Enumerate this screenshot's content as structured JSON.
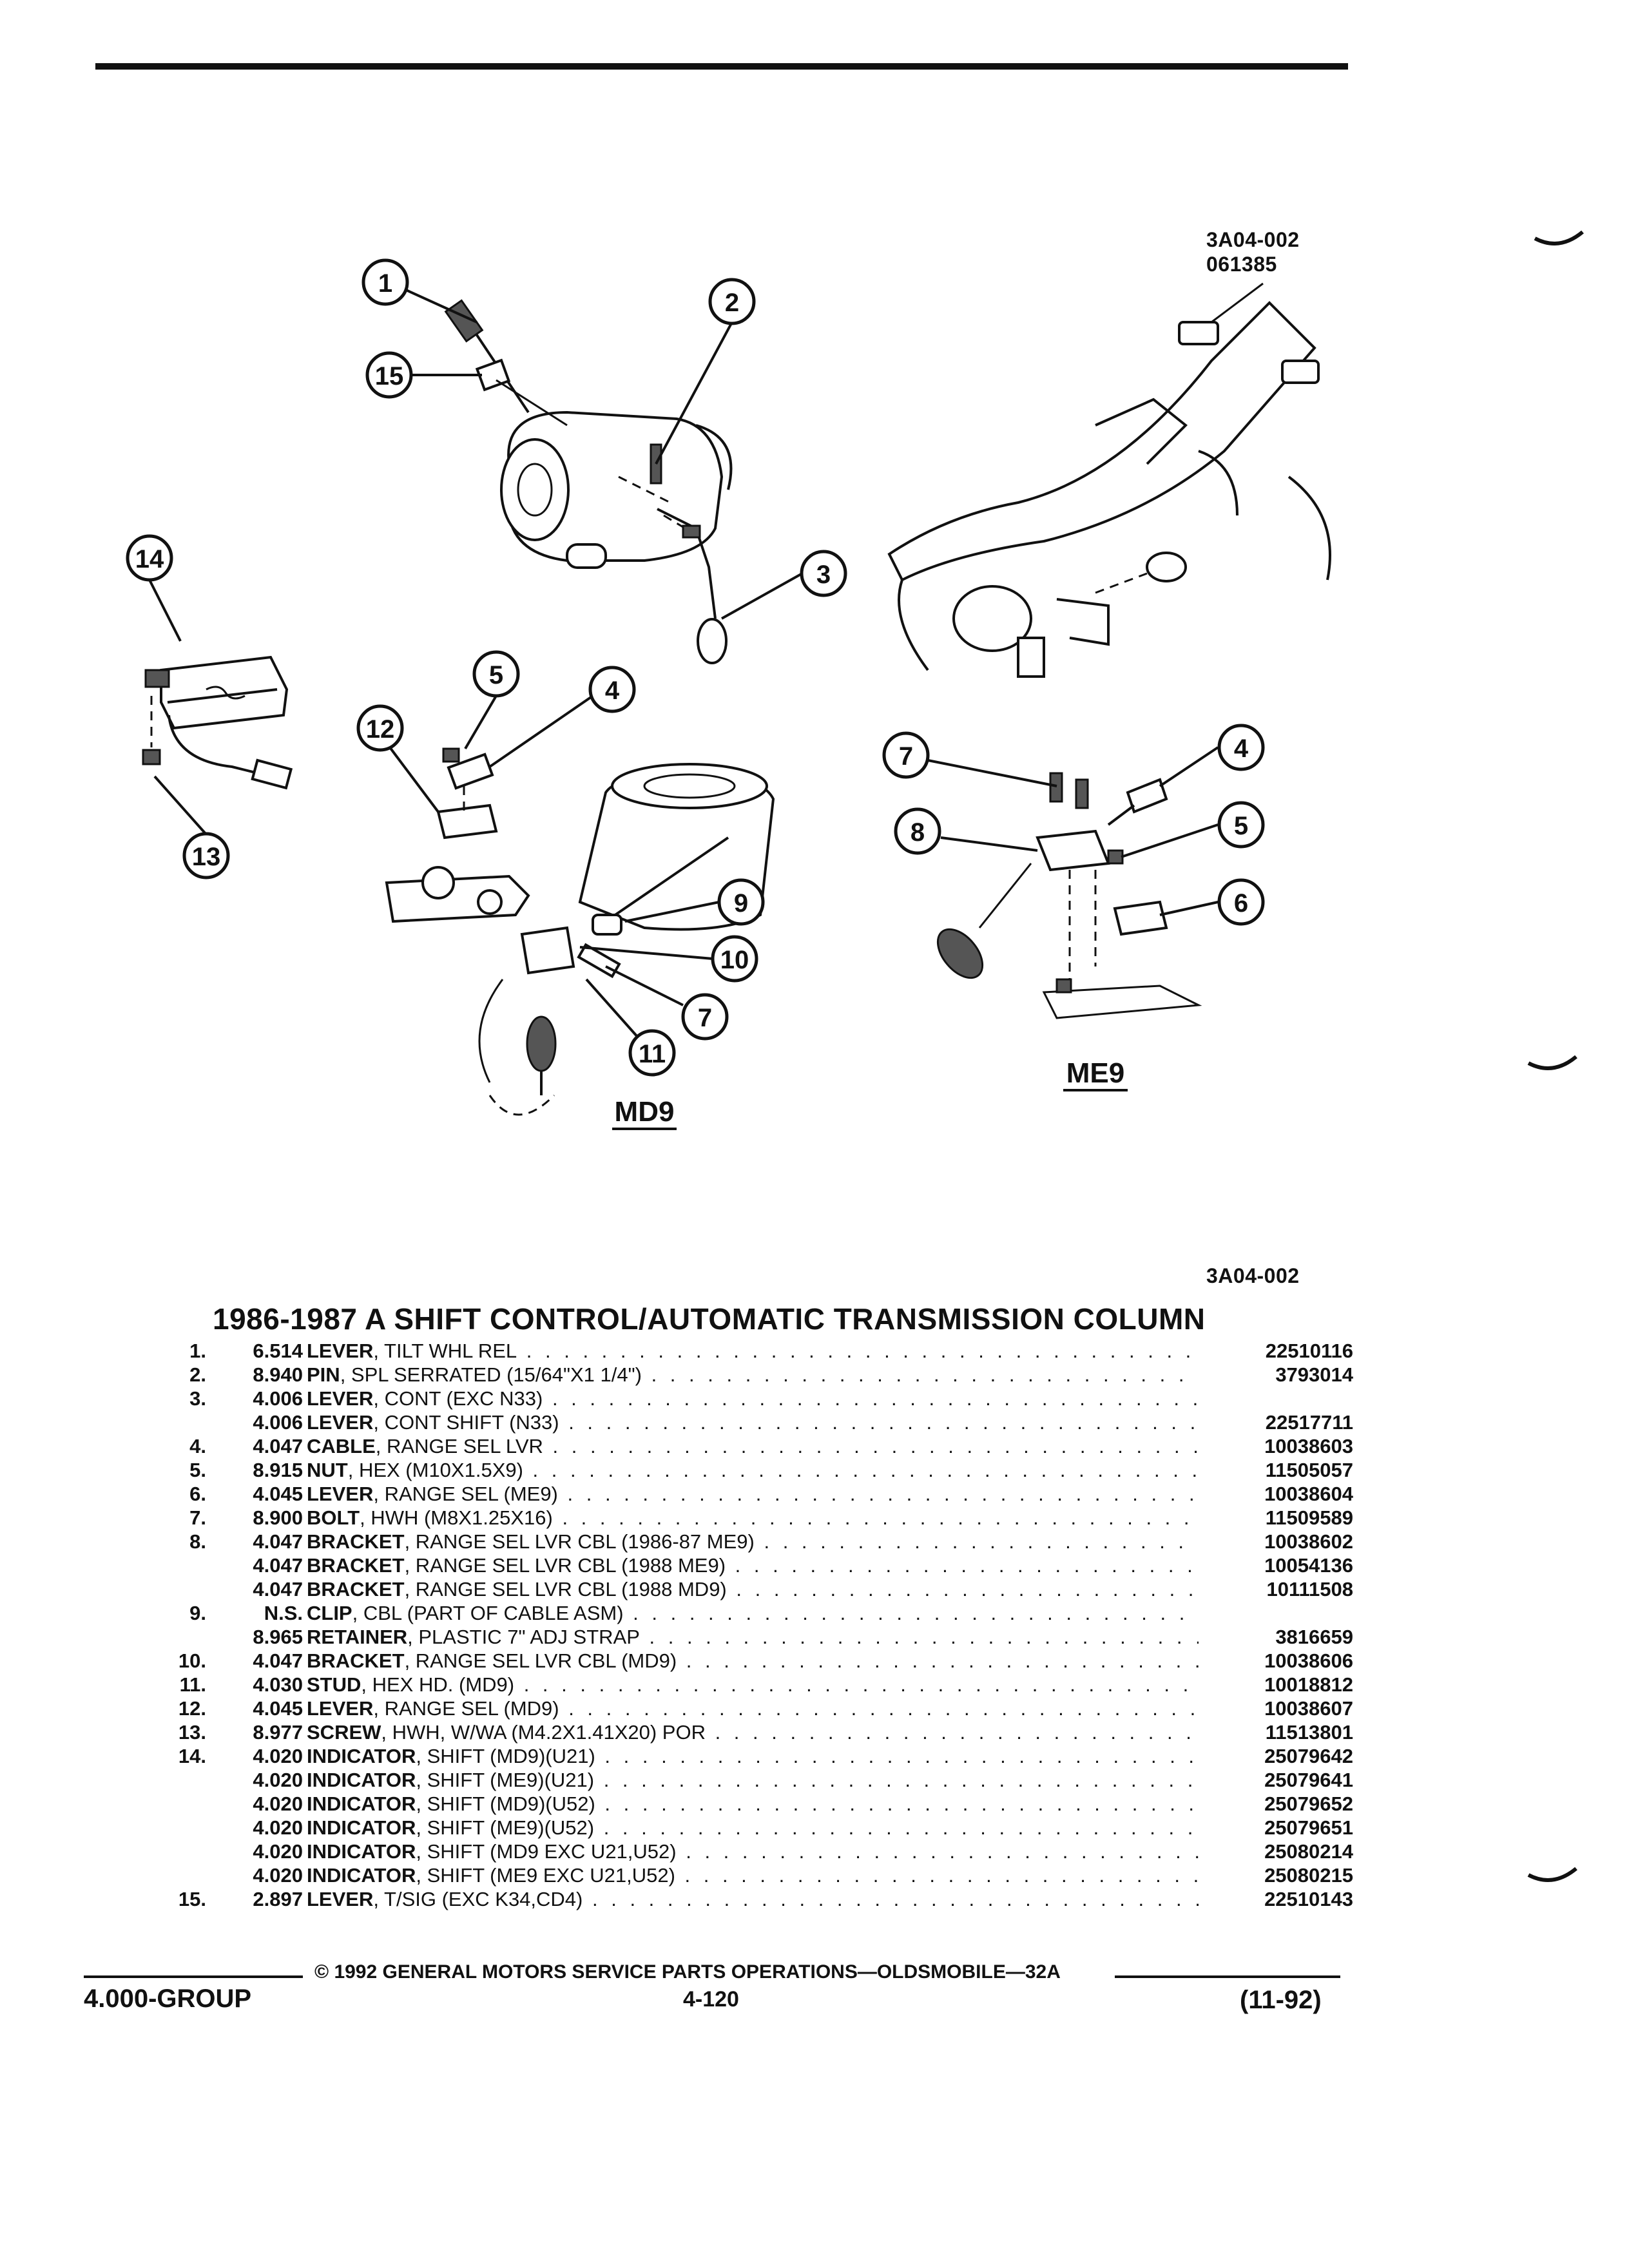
{
  "figure": {
    "ref_top": "3A04-002",
    "date_code": "061385",
    "ref_bottom": "3A04-002",
    "view_labels": {
      "md9": "MD9",
      "me9": "ME9"
    },
    "callouts": [
      "1",
      "2",
      "3",
      "4",
      "5",
      "6",
      "7",
      "8",
      "9",
      "10",
      "11",
      "12",
      "13",
      "14",
      "15"
    ]
  },
  "table": {
    "title": "1986-1987 A SHIFT CONTROL/AUTOMATIC TRANSMISSION COLUMN",
    "rows": [
      {
        "num": "1.",
        "grp": "6.514",
        "name": "LEVER",
        "desc": ", TILT WHL REL",
        "pn": "22510116"
      },
      {
        "num": "2.",
        "grp": "8.940",
        "name": "PIN",
        "desc": ", SPL SERRATED (15/64\"X1 1/4\")",
        "pn": "3793014"
      },
      {
        "num": "3.",
        "grp": "4.006",
        "name": "LEVER",
        "desc": ", CONT (EXC N33)",
        "pn": ""
      },
      {
        "num": "",
        "grp": "4.006",
        "name": "LEVER",
        "desc": ", CONT SHIFT (N33)",
        "pn": "22517711"
      },
      {
        "num": "4.",
        "grp": "4.047",
        "name": "CABLE",
        "desc": ", RANGE SEL LVR",
        "pn": "10038603"
      },
      {
        "num": "5.",
        "grp": "8.915",
        "name": "NUT",
        "desc": ", HEX (M10X1.5X9)",
        "pn": "11505057"
      },
      {
        "num": "6.",
        "grp": "4.045",
        "name": "LEVER",
        "desc": ", RANGE SEL (ME9)",
        "pn": "10038604"
      },
      {
        "num": "7.",
        "grp": "8.900",
        "name": "BOLT",
        "desc": ", HWH (M8X1.25X16)",
        "pn": "11509589"
      },
      {
        "num": "8.",
        "grp": "4.047",
        "name": "BRACKET",
        "desc": ", RANGE SEL LVR CBL (1986-87 ME9)",
        "pn": "10038602"
      },
      {
        "num": "",
        "grp": "4.047",
        "name": "BRACKET",
        "desc": ", RANGE SEL LVR CBL (1988 ME9)",
        "pn": "10054136"
      },
      {
        "num": "",
        "grp": "4.047",
        "name": "BRACKET",
        "desc": ", RANGE SEL LVR CBL (1988 MD9)",
        "pn": "10111508"
      },
      {
        "num": "9.",
        "grp": "N.S.",
        "name": "CLIP",
        "desc": ", CBL (PART OF CABLE ASM)",
        "pn": ""
      },
      {
        "num": "",
        "grp": "8.965",
        "name": "RETAINER",
        "desc": ", PLASTIC 7\" ADJ STRAP",
        "pn": "3816659"
      },
      {
        "num": "10.",
        "grp": "4.047",
        "name": "BRACKET",
        "desc": ", RANGE SEL LVR CBL (MD9)",
        "pn": "10038606"
      },
      {
        "num": "11.",
        "grp": "4.030",
        "name": "STUD",
        "desc": ", HEX HD. (MD9)",
        "pn": "10018812"
      },
      {
        "num": "12.",
        "grp": "4.045",
        "name": "LEVER",
        "desc": ", RANGE SEL (MD9)",
        "pn": "10038607"
      },
      {
        "num": "13.",
        "grp": "8.977",
        "name": "SCREW",
        "desc": ", HWH, W/WA (M4.2X1.41X20) POR",
        "pn": "11513801"
      },
      {
        "num": "14.",
        "grp": "4.020",
        "name": "INDICATOR",
        "desc": ", SHIFT (MD9)(U21)",
        "pn": "25079642"
      },
      {
        "num": "",
        "grp": "4.020",
        "name": "INDICATOR",
        "desc": ", SHIFT (ME9)(U21)",
        "pn": "25079641"
      },
      {
        "num": "",
        "grp": "4.020",
        "name": "INDICATOR",
        "desc": ", SHIFT (MD9)(U52)",
        "pn": "25079652"
      },
      {
        "num": "",
        "grp": "4.020",
        "name": "INDICATOR",
        "desc": ", SHIFT (ME9)(U52)",
        "pn": "25079651"
      },
      {
        "num": "",
        "grp": "4.020",
        "name": "INDICATOR",
        "desc": ", SHIFT (MD9 EXC U21,U52)",
        "pn": "25080214"
      },
      {
        "num": "",
        "grp": "4.020",
        "name": "INDICATOR",
        "desc": ", SHIFT (ME9 EXC U21,U52)",
        "pn": "25080215"
      },
      {
        "num": "15.",
        "grp": "2.897",
        "name": "LEVER",
        "desc": ", T/SIG (EXC K34,CD4)",
        "pn": "22510143"
      }
    ]
  },
  "footer": {
    "copyright": "© 1992 GENERAL MOTORS SERVICE PARTS OPERATIONS—OLDSMOBILE—32A",
    "group": "4.000-GROUP",
    "page": "4-120",
    "date": "(11-92)"
  }
}
